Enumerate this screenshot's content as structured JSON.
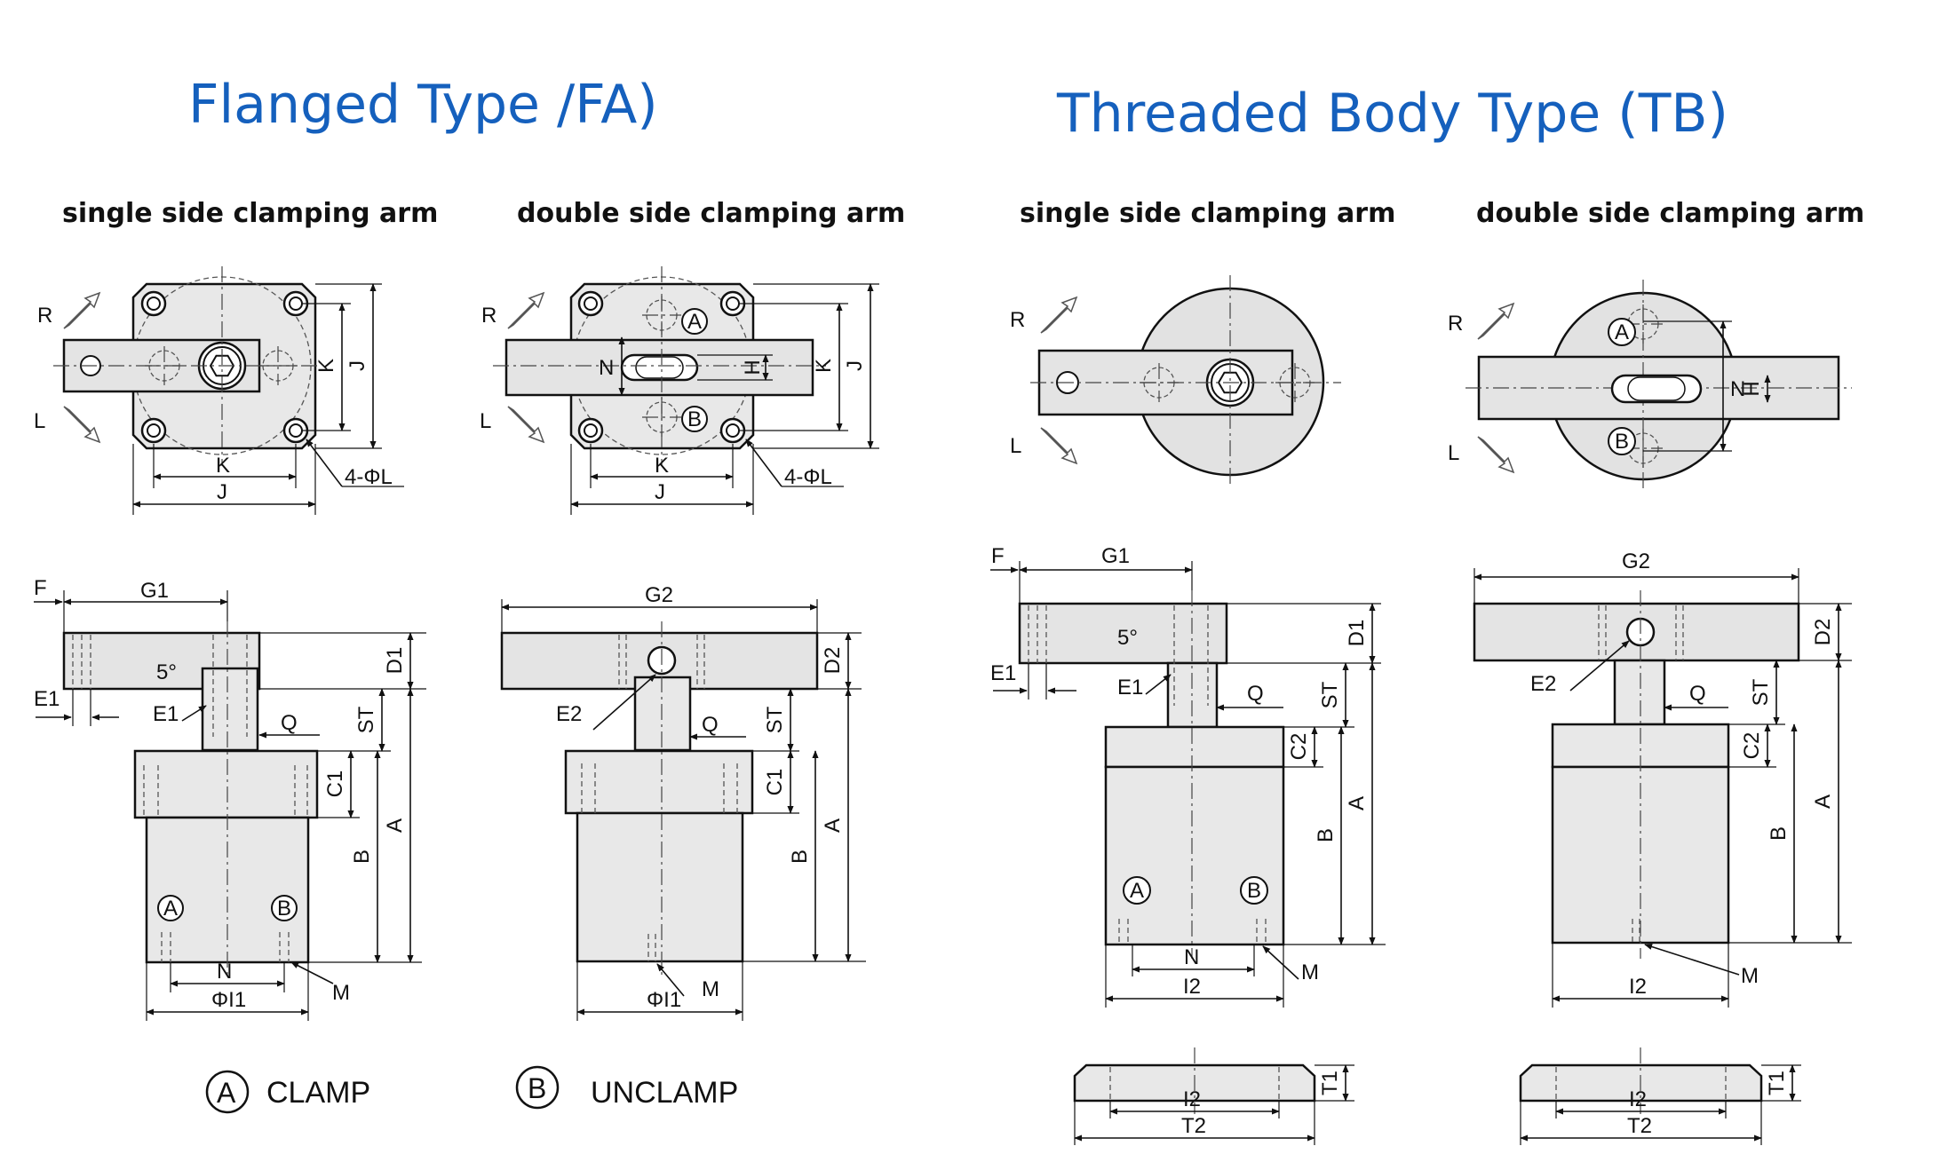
{
  "headings": {
    "flanged": "Flanged Type /FA)",
    "threaded": "Threaded Body Type (TB)"
  },
  "subheadings": {
    "fa_single": "single side clamping arm",
    "fa_double": "double side clamping arm",
    "tb_single": "single side clamping arm",
    "tb_double": "double side clamping arm"
  },
  "labels": {
    "R": "R",
    "L": "L",
    "K": "K",
    "J": "J",
    "N": "N",
    "H": "H",
    "four_phi_L": "4-ΦL",
    "A": "A",
    "B": "B",
    "F": "F",
    "G1": "G1",
    "G2": "G2",
    "D1": "D1",
    "D2": "D2",
    "E1": "E1",
    "E2": "E2",
    "Q": "Q",
    "ST": "ST",
    "C1": "C1",
    "C2": "C2",
    "M": "M",
    "phi_I1": "ΦI1",
    "I2": "I2",
    "T1": "T1",
    "T2": "T2",
    "five_deg": "5°"
  },
  "legend": {
    "a_symbol": "A",
    "a_text": "CLAMP",
    "b_symbol": "B",
    "b_text": "UNCLAMP"
  }
}
